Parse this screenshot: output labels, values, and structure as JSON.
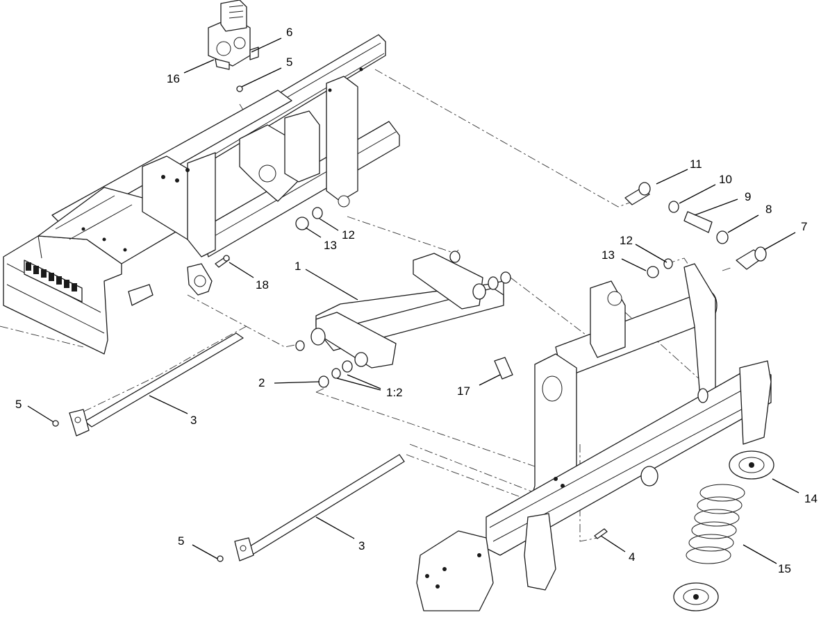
{
  "callouts": {
    "c1": "1",
    "c1_2": "1:2",
    "c2": "2",
    "c3a": "3",
    "c3b": "3",
    "c4": "4",
    "c5a": "5",
    "c5b": "5",
    "c5c": "5",
    "c6": "6",
    "c7": "7",
    "c8": "8",
    "c9": "9",
    "c10": "10",
    "c11": "11",
    "c12a": "12",
    "c12b": "12",
    "c13a": "13",
    "c13b": "13",
    "c14": "14",
    "c15": "15",
    "c16": "16",
    "c17": "17",
    "c18": "18"
  }
}
